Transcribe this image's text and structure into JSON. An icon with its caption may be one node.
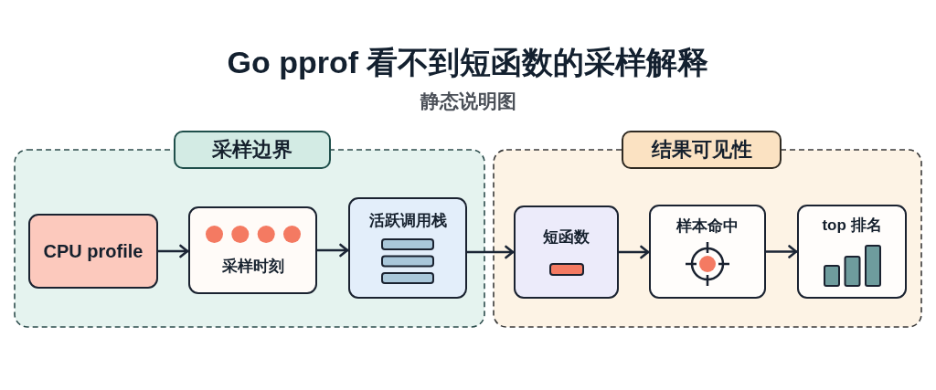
{
  "diagram": {
    "title": "Go pprof 看不到短函数的采样解释",
    "labels": [
      "静态说明图"
    ],
    "nodes": [
      {
        "text": [
          "采样边界"
        ]
      },
      {
        "text": [
          "CPU profile"
        ],
        "in": 0
      },
      {
        "text": [
          "采样时刻"
        ],
        "in": 0
      },
      {
        "text": [
          "活跃调用栈"
        ],
        "in": 0
      },
      {
        "text": [
          "结果可见性"
        ]
      },
      {
        "text": [
          "短函数"
        ],
        "in": 4
      },
      {
        "text": [
          "样本命中"
        ],
        "in": 4
      },
      {
        "text": [
          "top 排名"
        ],
        "in": 4
      }
    ],
    "edges": [
      {
        "from": 1,
        "to": 2,
        "arrow": "to"
      },
      {
        "from": 2,
        "to": 3,
        "arrow": "to"
      },
      {
        "from": 3,
        "to": 5,
        "arrow": "to"
      },
      {
        "from": 5,
        "to": 6,
        "arrow": "to"
      },
      {
        "from": 6,
        "to": 7,
        "arrow": "to"
      }
    ]
  }
}
